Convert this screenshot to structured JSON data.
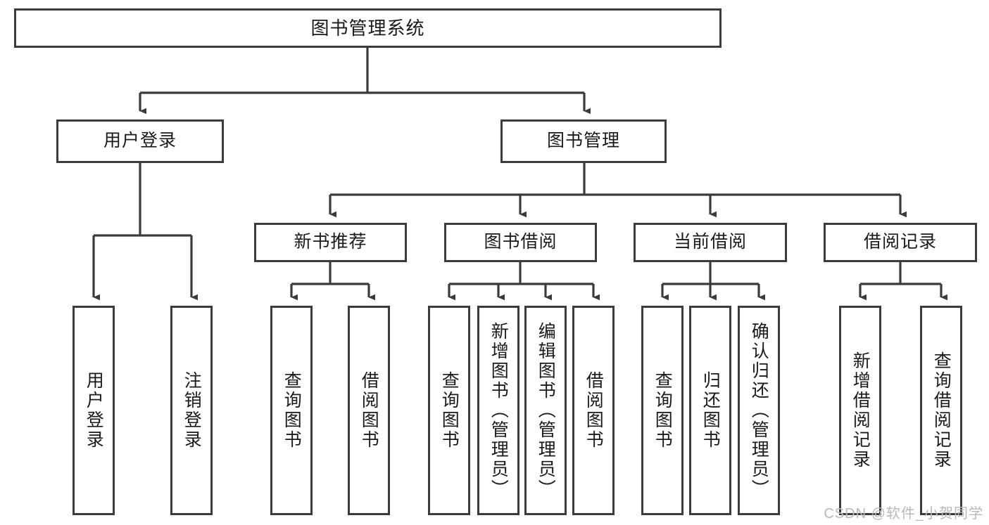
{
  "diagram": {
    "title": "图书管理系统",
    "root": {
      "label": "图书管理系统"
    },
    "level1": [
      {
        "label": "用户登录"
      },
      {
        "label": "图书管理"
      }
    ],
    "level2": [
      {
        "label": "新书推荐"
      },
      {
        "label": "图书借阅"
      },
      {
        "label": "当前借阅"
      },
      {
        "label": "借阅记录"
      }
    ],
    "leaves": {
      "user_login": [
        {
          "label": "用户登录"
        },
        {
          "label": "注销登录"
        }
      ],
      "new_book_recommend": [
        {
          "label": "查询图书"
        },
        {
          "label": "借阅图书"
        }
      ],
      "book_borrow": [
        {
          "label": "查询图书"
        },
        {
          "label": "新增图书（管理员）"
        },
        {
          "label": "编辑图书（管理员）"
        },
        {
          "label": "借阅图书"
        }
      ],
      "current_borrow": [
        {
          "label": "查询图书"
        },
        {
          "label": "归还图书"
        },
        {
          "label": "确认归还（管理员）"
        }
      ],
      "borrow_record": [
        {
          "label": "新增借阅记录"
        },
        {
          "label": "查询借阅记录"
        }
      ]
    }
  },
  "watermark": {
    "text": "CSDN @软件_小贺同学"
  },
  "colors": {
    "border": "#3b3b3b",
    "background": "#ffffff",
    "text": "#1a1a1a",
    "watermark": "#b9b9b9"
  }
}
